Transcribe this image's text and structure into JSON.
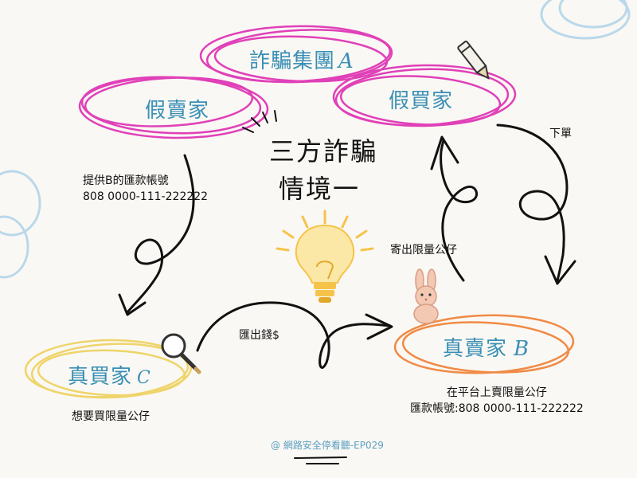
{
  "title": {
    "line1": "三方詐騙",
    "line2": "情境一"
  },
  "nodes": {
    "scam_group": {
      "label": "詐騙集團",
      "tag": "A"
    },
    "fake_seller": {
      "label": "假賣家"
    },
    "fake_buyer": {
      "label": "假買家"
    },
    "real_buyer": {
      "label": "真買家",
      "tag": "C"
    },
    "real_seller": {
      "label": "真賣家",
      "tag": "B"
    }
  },
  "notes": {
    "provide_account_line1": "提供B的匯款帳號",
    "provide_account_line2": "808 0000-111-222222",
    "place_order": "下單",
    "ship_figure": "寄出限量公仔",
    "remit_money": "匯出錢$",
    "buyer_want": "想要買限量公仔",
    "seller_line1": "在平台上賣限量公仔",
    "seller_line2": "匯款帳號:808 0000-111-222222"
  },
  "footer": {
    "credit": "@ 網路安全停看聽-EP029"
  },
  "colors": {
    "pink": "#e040b8",
    "yellow": "#eed46a",
    "orange": "#f08a45",
    "blue_text": "#3a8fb5",
    "deco_blue": "#b9d8ea"
  },
  "icons": [
    "pencil-icon",
    "light-bulb-icon",
    "magnifier-icon",
    "bunny-figure-icon",
    "sparkle-icon"
  ]
}
